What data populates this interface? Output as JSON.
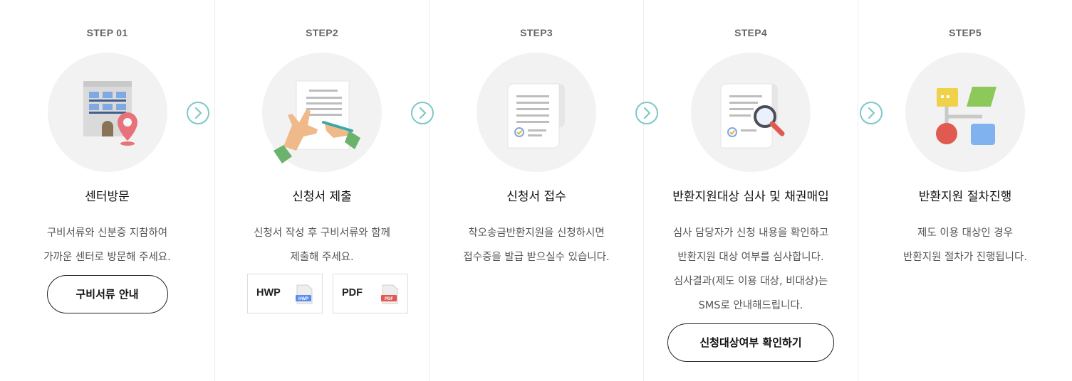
{
  "steps": [
    {
      "label": "STEP 01",
      "icon": "building-location-icon",
      "title": "센터방문",
      "desc": [
        "구비서류와 신분증 지참하여",
        "가까운 센터로 방문해 주세요."
      ],
      "button": "구비서류 안내"
    },
    {
      "label": "STEP2",
      "icon": "signing-document-icon",
      "title": "신청서 제출",
      "desc": [
        "신청서 작성 후 구비서류와 함께",
        "제출해 주세요."
      ],
      "downloads": [
        {
          "label": "HWP",
          "file_icon": "hwp-file-icon",
          "badge": "HWP",
          "color": "#5b8def"
        },
        {
          "label": "PDF",
          "file_icon": "pdf-file-icon",
          "badge": "PDF",
          "color": "#e05a4f"
        }
      ]
    },
    {
      "label": "STEP3",
      "icon": "document-received-icon",
      "title": "신청서 접수",
      "desc": [
        "착오송금반환지원을 신청하시면",
        "접수증을 발급 받으실수 있습니다."
      ]
    },
    {
      "label": "STEP4",
      "icon": "document-review-icon",
      "title": "반환지원대상 심사 및 채권매입",
      "desc": [
        "심사 담당자가 신청 내용을 확인하고",
        "반환지원 대상 여부를 심사합니다.",
        "심사결과(제도 이용 대상, 비대상)는",
        "SMS로 안내해드립니다."
      ],
      "button": "신청대상여부 확인하기"
    },
    {
      "label": "STEP5",
      "icon": "process-flow-icon",
      "title": "반환지원 절차진행",
      "desc": [
        "제도 이용 대상인 경우",
        "반환지원 절차가 진행됩니다."
      ]
    }
  ],
  "arrow_icon": "chevron-right-circle-icon",
  "colors": {
    "accent": "#7ec8c8",
    "circle_bg": "#f2f2f2"
  }
}
